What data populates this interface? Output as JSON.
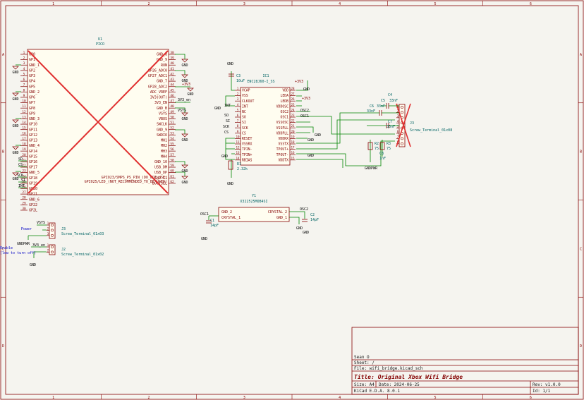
{
  "frame": {
    "columns": [
      "1",
      "2",
      "3",
      "4",
      "5",
      "6"
    ],
    "rows": [
      "A",
      "B",
      "C",
      "D"
    ]
  },
  "u1": {
    "ref": "U1",
    "value": "PICO",
    "left_pins": [
      {
        "num": "1",
        "name": "GP0"
      },
      {
        "num": "2",
        "name": "GP1"
      },
      {
        "num": "3",
        "name": "GND_1"
      },
      {
        "num": "4",
        "name": "GP2"
      },
      {
        "num": "5",
        "name": "GP3"
      },
      {
        "num": "6",
        "name": "GP4"
      },
      {
        "num": "7",
        "name": "GP5"
      },
      {
        "num": "8",
        "name": "GND_2"
      },
      {
        "num": "9",
        "name": "GP6"
      },
      {
        "num": "10",
        "name": "GP7"
      },
      {
        "num": "11",
        "name": "GP8"
      },
      {
        "num": "12",
        "name": "GP9"
      },
      {
        "num": "13",
        "name": "GND_3"
      },
      {
        "num": "14",
        "name": "GP10"
      },
      {
        "num": "15",
        "name": "GP11"
      },
      {
        "num": "16",
        "name": "GP12"
      },
      {
        "num": "17",
        "name": "GP13"
      },
      {
        "num": "18",
        "name": "GND_4"
      },
      {
        "num": "19",
        "name": "GP14"
      },
      {
        "num": "20",
        "name": "GP15"
      },
      {
        "num": "21",
        "name": "GP16"
      },
      {
        "num": "22",
        "name": "GP17"
      },
      {
        "num": "23",
        "name": "GND_5"
      },
      {
        "num": "24",
        "name": "GP18"
      },
      {
        "num": "25",
        "name": "GP19"
      },
      {
        "num": "26",
        "name": "GP20"
      },
      {
        "num": "27",
        "name": "GP21"
      },
      {
        "num": "28",
        "name": "GND_6"
      },
      {
        "num": "29",
        "name": "GP22"
      },
      {
        "num": "30",
        "name": "GP2L"
      }
    ],
    "right_pins": [
      {
        "num": "38",
        "name": "GND_8"
      },
      {
        "num": "39",
        "name": "GND_9"
      },
      {
        "num": "40",
        "name": "RUN"
      },
      {
        "num": "41",
        "name": "GP26_ADC0"
      },
      {
        "num": "42",
        "name": "GP27_ADC1"
      },
      {
        "num": "43",
        "name": "GND_7"
      },
      {
        "num": "44",
        "name": "GP28_ADC2"
      },
      {
        "num": "45",
        "name": "ADC_VREF"
      },
      {
        "num": "46",
        "name": "3V3(OUT)"
      },
      {
        "num": "47",
        "name": "3V3_EN"
      },
      {
        "num": "48",
        "name": "GND_B"
      },
      {
        "num": "49",
        "name": "VSYS"
      },
      {
        "num": "50",
        "name": "VBUS"
      },
      {
        "num": "51",
        "name": "SWCLK"
      },
      {
        "num": "52",
        "name": "GND_9"
      },
      {
        "num": "53",
        "name": "SWDIO"
      },
      {
        "num": "54",
        "name": "MH1"
      },
      {
        "num": "55",
        "name": "MH2"
      },
      {
        "num": "56",
        "name": "MH3"
      },
      {
        "num": "57",
        "name": "MH4"
      },
      {
        "num": "58",
        "name": "GND_10"
      },
      {
        "num": "59",
        "name": "USB_DM"
      },
      {
        "num": "60",
        "name": "USB_DP"
      },
      {
        "num": "61",
        "name": "GND_11"
      },
      {
        "num": "62",
        "name": "BOOTSEL"
      }
    ],
    "bottom_text_1": "GPIO23/SMPS_PS_PIN_(DO_NOT_USE)",
    "bottom_text_2": "GPIO25/LED_(NOT_RECOMMENDED_TO_BE_USED)"
  },
  "u1_nets": {
    "sd": "SD",
    "cs": "CS",
    "sck": "SCK",
    "si": "SI",
    "int": "INT",
    "gnd": "GND",
    "plus3v3": "+3V3",
    "en": "3V3_en",
    "vsys": "VSYS"
  },
  "ic1": {
    "ref": "IC1",
    "value": "ENC28J60-I_SS",
    "left_pins": [
      {
        "num": "1",
        "name": "VCAP"
      },
      {
        "num": "2",
        "name": "VSS"
      },
      {
        "num": "3",
        "name": "CLKOUT"
      },
      {
        "num": "4",
        "name": "INT"
      },
      {
        "num": "5",
        "name": "NC"
      },
      {
        "num": "6",
        "name": "SO"
      },
      {
        "num": "7",
        "name": "SI"
      },
      {
        "num": "8",
        "name": "SCK"
      },
      {
        "num": "9",
        "name": "CS"
      },
      {
        "num": "10",
        "name": "RESET"
      },
      {
        "num": "11",
        "name": "VSSRX"
      },
      {
        "num": "12",
        "name": "TPIN-"
      },
      {
        "num": "13",
        "name": "TPIN+"
      },
      {
        "num": "14",
        "name": "RBIAS"
      }
    ],
    "right_pins": [
      {
        "num": "28",
        "name": "VDD"
      },
      {
        "num": "27",
        "name": "LEDA"
      },
      {
        "num": "26",
        "name": "LEDB"
      },
      {
        "num": "25",
        "name": "VDDOSC"
      },
      {
        "num": "24",
        "name": "OSC2"
      },
      {
        "num": "23",
        "name": "OSC1"
      },
      {
        "num": "22",
        "name": "VSSOSC"
      },
      {
        "num": "21",
        "name": "VSSPLL"
      },
      {
        "num": "20",
        "name": "VDDPLL"
      },
      {
        "num": "19",
        "name": "VDDRX"
      },
      {
        "num": "18",
        "name": "VSSTX"
      },
      {
        "num": "17",
        "name": "TPOUT+"
      },
      {
        "num": "16",
        "name": "TPOUT-"
      },
      {
        "num": "15",
        "name": "VDDTX"
      }
    ]
  },
  "ic1_nets": {
    "top_gnd": "GND",
    "top_v": "+3V3",
    "c3_ref": "C3",
    "c3_val": "10uF",
    "int": "INT",
    "so": "SO",
    "si": "SI",
    "sck": "SCK",
    "cs": "CS",
    "osc2": "OSC2",
    "osc1": "OSC1",
    "plus3v3": "+3V3",
    "gnd": "GND",
    "r1_ref": "R1",
    "r1_val": "2.32k"
  },
  "y1": {
    "ref": "Y1",
    "value": "X322525MOB4SI",
    "pin_l1": "GND_2",
    "pin_l2": "CRYSTAL_1",
    "pin_r1": "CRYSTAL_2",
    "pin_r2": "GND_1",
    "osc1": "OSC1",
    "osc2": "OSC2",
    "c1_ref": "C1",
    "c1_val": "14pF",
    "c2_ref": "C2",
    "c2_val": "14pF",
    "gnd": "GND"
  },
  "j3_term": {
    "ref": "J3",
    "value": "Screw_Terminal_01x08",
    "c4_ref": "C4",
    "c4_val": "33nF",
    "c5_ref": "C5",
    "c5_val": "33nF",
    "c6_ref": "C6",
    "c6_val": "33nF",
    "c7_ref": "C7",
    "c7_val": "33nF",
    "r2_ref": "R2",
    "r2_val": "75",
    "r3_ref": "R3",
    "r3_val": "75",
    "c8_ref": "C8",
    "c8_val": "1nF",
    "gndpwr": "GNDPWR",
    "pins": [
      "1",
      "2",
      "3",
      "4",
      "5",
      "6",
      "7",
      "8"
    ]
  },
  "power_j": {
    "ref": "J3",
    "value": "Screw_Terminal_01x03",
    "net": "VSYS",
    "label": "Power",
    "gndpwr": "GNDPWR",
    "pins": [
      "1",
      "2",
      "3"
    ]
  },
  "enable_j": {
    "ref": "J2",
    "value": "Screw_Terminal_01x02",
    "net": "3V3_en",
    "label_1": "Enable",
    "label_2": "(low to turn off)",
    "gnd": "GND",
    "pins": [
      "1",
      "2"
    ]
  },
  "title_block": {
    "author": "Sean O",
    "sheet": "Sheet: /",
    "file": "File: wifi_bridge.kicad_sch",
    "title": "Title: Original Xbox Wifi Bridge",
    "size": "Size: A4",
    "date": "Date: 2024-06-25",
    "rev": "Rev: v1.0.0",
    "kicad": "KiCad E.D.A. 8.0.1",
    "id": "Id: 1/1"
  },
  "colors": {
    "border": "#840000",
    "symbol": "#840000",
    "wire": "#008400",
    "text": "#1a1a1a",
    "net_label": "#000000",
    "cross": "#e03030",
    "power": "#840000",
    "annotation": "#0000c4",
    "ref": "#006464",
    "body_fill": "#fffdf0"
  }
}
